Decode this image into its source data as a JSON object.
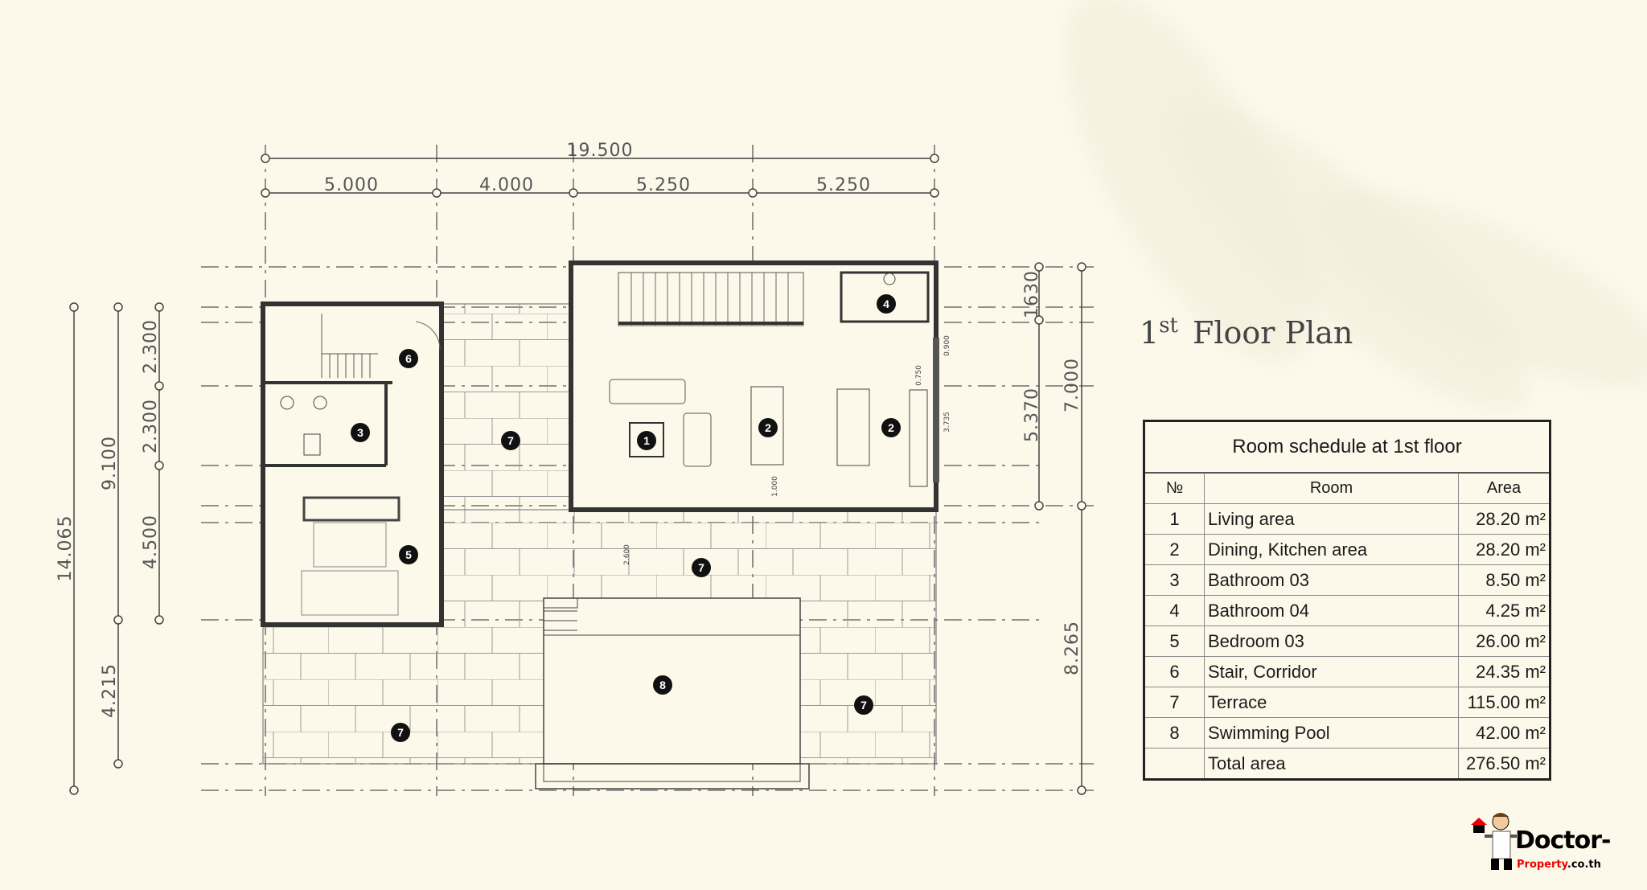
{
  "title": {
    "number": "1",
    "suffix": "st",
    "text": "Floor Plan"
  },
  "dimensions": {
    "total_width": "19.500",
    "bays": [
      "5.000",
      "4.000",
      "5.250",
      "5.250"
    ],
    "left": {
      "overall": "14.065",
      "building": "9.100",
      "a": "2.300",
      "b": "2.300",
      "c": "4.500",
      "terrace": "4.215"
    },
    "right": {
      "top": "1630",
      "mid": "5.370",
      "block": "7.000",
      "lower": "8.265"
    },
    "internal": {
      "d1": "0.900",
      "d2": "0.750",
      "d3": "3.735",
      "d4": "1.000",
      "d5": "2.600"
    }
  },
  "markers": [
    "1",
    "2",
    "2",
    "3",
    "4",
    "5",
    "6",
    "7",
    "7",
    "7",
    "7",
    "8"
  ],
  "schedule": {
    "caption": "Room schedule at 1st floor",
    "headers": {
      "no": "№",
      "room": "Room",
      "area": "Area"
    },
    "rows": [
      {
        "no": "1",
        "room": "Living area",
        "area": "28.20 m²"
      },
      {
        "no": "2",
        "room": "Dining, Kitchen area",
        "area": "28.20 m²"
      },
      {
        "no": "3",
        "room": "Bathroom 03",
        "area": "8.50 m²"
      },
      {
        "no": "4",
        "room": "Bathroom 04",
        "area": "4.25 m²"
      },
      {
        "no": "5",
        "room": "Bedroom 03",
        "area": "26.00 m²"
      },
      {
        "no": "6",
        "room": "Stair, Corridor",
        "area": "24.35 m²"
      },
      {
        "no": "7",
        "room": "Terrace",
        "area": "115.00 m²"
      },
      {
        "no": "8",
        "room": "Swimming Pool",
        "area": "42.00 m²"
      }
    ],
    "total": {
      "no": "",
      "room": "Total area",
      "area": "276.50 m²"
    }
  },
  "logo": {
    "line1": "Doctor-",
    "line2a": "Property",
    "line2b": ".co.th"
  },
  "colors": {
    "background": "#fdf9ea",
    "ink": "#333333",
    "marker": "#111111",
    "logo_red": "#ee0000"
  }
}
